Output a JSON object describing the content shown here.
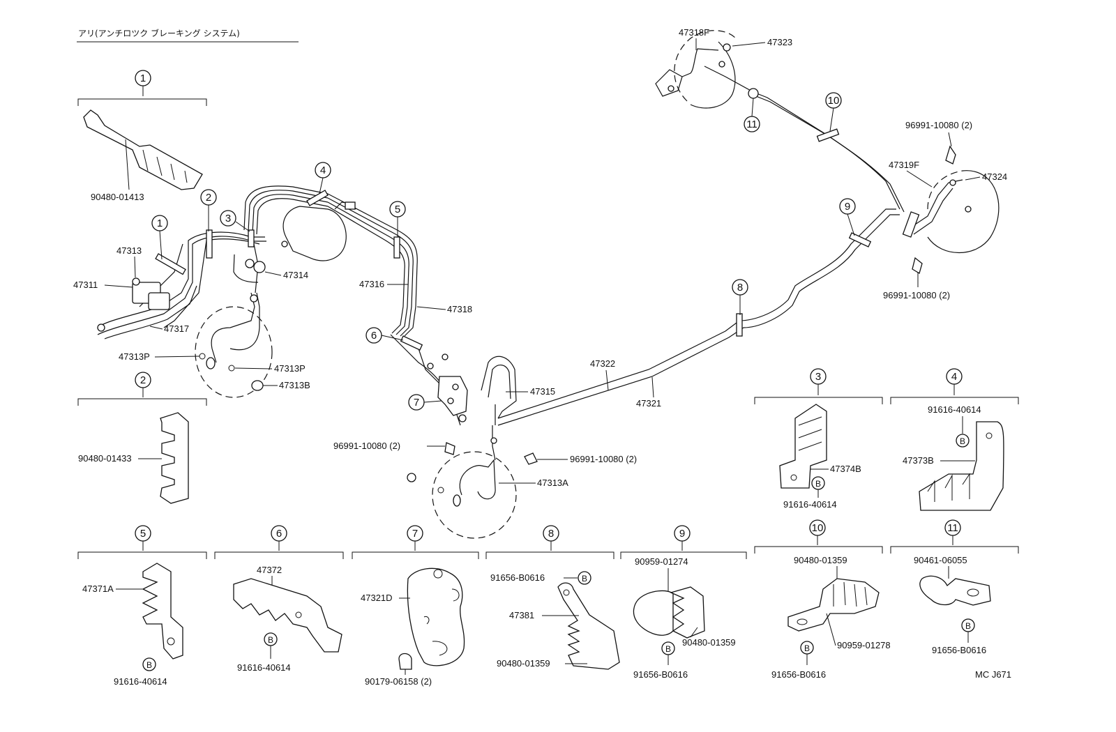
{
  "title": "アリ(アンチロツク ブレーキング システム)",
  "ref": "MC J671",
  "callouts": {
    "c1": "1",
    "c2": "2",
    "c3": "3",
    "c4": "4",
    "c5": "5",
    "c6": "6",
    "c7": "7",
    "c8": "8",
    "c9": "9",
    "c10": "10",
    "c11": "11",
    "b": "B"
  },
  "parts": {
    "p90480_01413": "90480-01413",
    "p47313": "47313",
    "p47311": "47311",
    "p47317": "47317",
    "p47314": "47314",
    "p47313P_a": "47313P",
    "p47313P_b": "47313P",
    "p47313B": "47313B",
    "p47316": "47316",
    "p47318": "47318",
    "p47315": "47315",
    "p47322": "47322",
    "p47321": "47321",
    "p96991_a": "96991-10080 (2)",
    "p96991_b": "96991-10080 (2)",
    "p96991_c": "96991-10080 (2)",
    "p96991_d": "96991-10080 (2)",
    "p47313A": "47313A",
    "p47318F": "47318F",
    "p47323": "47323",
    "p47319F": "47319F",
    "p47324": "47324",
    "p90480_01433": "90480-01433",
    "p47374B": "47374B",
    "p91616_40614_3": "91616-40614",
    "p91616_40614_4": "91616-40614",
    "p47373B": "47373B",
    "p47371A": "47371A",
    "p91616_40614_5": "91616-40614",
    "p47372": "47372",
    "p91616_40614_6": "91616-40614",
    "p47321D": "47321D",
    "p90179_06158": "90179-06158 (2)",
    "p91656_B0616_8": "91656-B0616",
    "p47381": "47381",
    "p90480_01359_8": "90480-01359",
    "p90959_01274": "90959-01274",
    "p90480_01359_9": "90480-01359",
    "p91656_B0616_9": "91656-B0616",
    "p90480_01359_10": "90480-01359",
    "p90959_01278": "90959-01278",
    "p91656_B0616_10": "91656-B0616",
    "p90461_06055": "90461-06055",
    "p91656_B0616_11": "91656-B0616"
  }
}
